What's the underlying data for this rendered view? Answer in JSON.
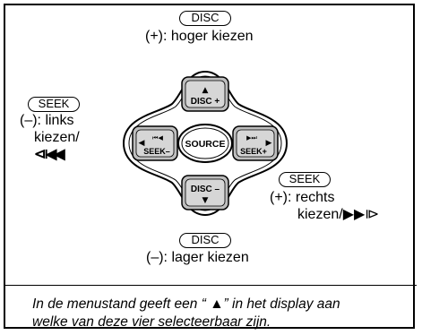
{
  "top": {
    "badge": "DISC",
    "caption": "(+): hoger kiezen"
  },
  "left": {
    "badge": "SEEK",
    "line1": "(–): links",
    "line2": "kiezen/",
    "line3": "⧏◀◀"
  },
  "right": {
    "badge": "SEEK",
    "line1": "(+): rechts",
    "line2": "kiezen/▶▶⧐"
  },
  "bottom": {
    "badge": "DISC",
    "caption": "(–): lager kiezen"
  },
  "controller": {
    "up_button": "DISC +",
    "down_button": "DISC –",
    "left_button": "SEEK–",
    "right_button": "SEEK+",
    "center_button": "SOURCE"
  },
  "note": {
    "line1": "In de menustand geeft een “ ▲” in het display aan",
    "line2": "welke van deze vier selecteerbaar zijn."
  }
}
